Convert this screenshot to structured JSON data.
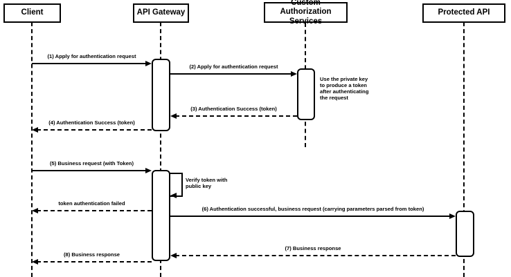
{
  "diagram_type": "sequence-diagram",
  "participants": [
    {
      "id": "client",
      "label": "Client"
    },
    {
      "id": "api-gateway",
      "label": "API Gateway"
    },
    {
      "id": "custom-authorization-services",
      "label": "Custom Authorization Services"
    },
    {
      "id": "protected-api",
      "label": "Protected API"
    }
  ],
  "messages": [
    {
      "n": 1,
      "label": "(1) Apply for authentication request",
      "from": "client",
      "to": "api-gateway",
      "style": "solid"
    },
    {
      "n": 2,
      "label": "(2) Apply for authentication request",
      "from": "api-gateway",
      "to": "custom-authorization-services",
      "style": "solid"
    },
    {
      "n": 3,
      "label": "(3) Authentication Success (token)",
      "from": "custom-authorization-services",
      "to": "api-gateway",
      "style": "dashed"
    },
    {
      "n": 4,
      "label": "(4) Authentication Success (token)",
      "from": "api-gateway",
      "to": "client",
      "style": "dashed"
    },
    {
      "n": 5,
      "label": "(5) Business request (with Token)",
      "from": "client",
      "to": "api-gateway",
      "style": "solid"
    },
    {
      "n": 6,
      "label": "Verify token with public key",
      "from": "api-gateway",
      "to": "api-gateway",
      "style": "self"
    },
    {
      "n": 7,
      "label": "token authentication failed",
      "from": "api-gateway",
      "to": "client",
      "style": "dashed"
    },
    {
      "n": 8,
      "label": "(6) Authentication successful, business request (carrying parameters parsed from token)",
      "from": "api-gateway",
      "to": "protected-api",
      "style": "solid"
    },
    {
      "n": 9,
      "label": "(7) Business response",
      "from": "protected-api",
      "to": "api-gateway",
      "style": "dashed"
    },
    {
      "n": 10,
      "label": "(8) Business response",
      "from": "api-gateway",
      "to": "client",
      "style": "dashed"
    }
  ],
  "notes": [
    {
      "attached_to": "custom-authorization-services",
      "label": "Use the private key to produce a token after authenticating the request"
    }
  ],
  "colors": {
    "line": "#000000",
    "background": "#ffffff",
    "box_fill": "#ffffff",
    "text": "#000000"
  }
}
